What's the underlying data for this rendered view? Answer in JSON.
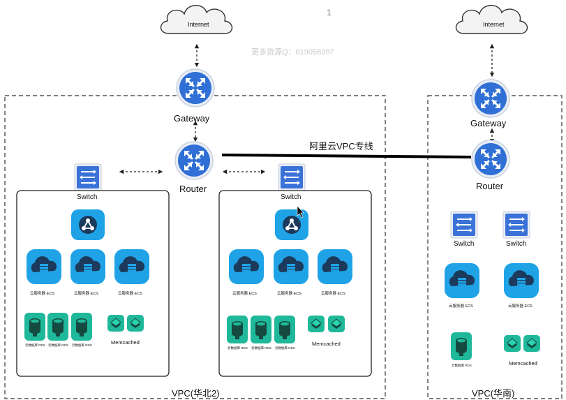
{
  "page_number": "1",
  "watermark": "更多资源Q：819058397",
  "internet_left": "Internet",
  "internet_right": "Internet",
  "gateway_left": "Gateway",
  "gateway_right": "Gateway",
  "router_left": "Router",
  "router_right": "Router",
  "vpc_line_label": "阿里云VPC专线",
  "vpc_left_label": "VPC(华北2)",
  "vpc_right_label": "VPC(华南)",
  "switch_label": "Switch",
  "ecs_label": "云服务器 ECS",
  "rds_label": "云数据库 RDS",
  "memcached_label": "Memcached",
  "colors": {
    "router_blue": "#2f6fd6",
    "ecs_blue": "#1fa3e6",
    "rds_green": "#1fb89a",
    "switch_blue": "#3a72d8"
  }
}
